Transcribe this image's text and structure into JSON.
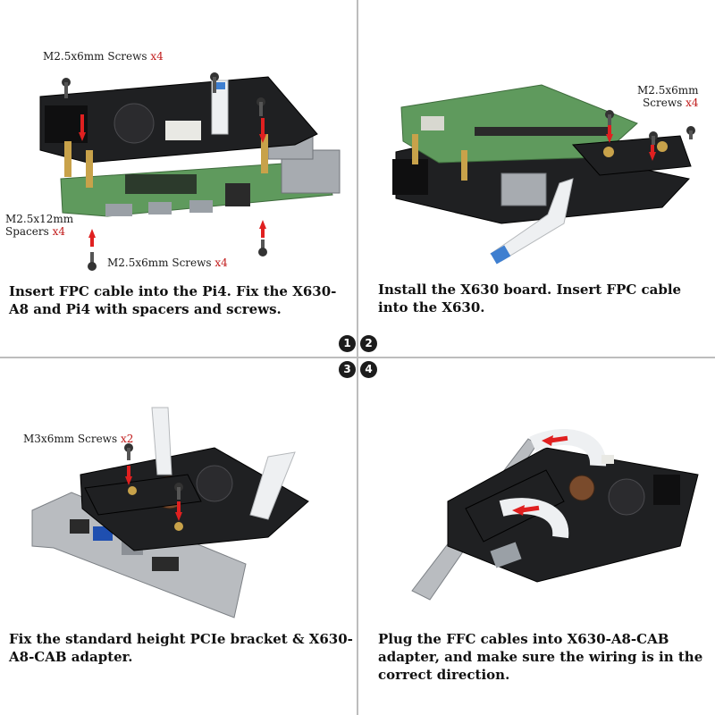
{
  "steps": [
    {
      "number": "1",
      "caption": "Insert FPC cable into the Pi4. Fix the X630-A8 and Pi4 with spacers and screws.",
      "callouts": [
        {
          "text": "M2.5x6mm Screws",
          "qty": "x4"
        },
        {
          "text": "M2.5x12mm",
          "text2": "Spacers",
          "qty": "x4"
        },
        {
          "text": "M2.5x6mm Screws",
          "qty": "x4"
        }
      ]
    },
    {
      "number": "2",
      "caption": "Install the X630 board. Insert FPC cable into the X630.",
      "callouts": [
        {
          "text": "M2.5x6mm",
          "text2": "Screws",
          "qty": "x4"
        }
      ]
    },
    {
      "number": "3",
      "caption": "Fix the standard height PCIe bracket & X630-A8-CAB adapter.",
      "callouts": [
        {
          "text": "M3x6mm Screws",
          "qty": "x2"
        }
      ]
    },
    {
      "number": "4",
      "caption": "Plug the FFC cables into X630-A8-CAB adapter, and make sure the wiring is in the correct direction.",
      "callouts": []
    }
  ],
  "colors": {
    "qty_red": "#c01818",
    "divider": "#bdbdbd",
    "pcb_dark": "#1f2022",
    "pcb_green": "#5f9a5d",
    "spacer_brass": "#c8a24a",
    "ribbon_blue": "#3f7fd0",
    "bracket_silver": "#b9bcc0",
    "arrow_red": "#e02020"
  }
}
